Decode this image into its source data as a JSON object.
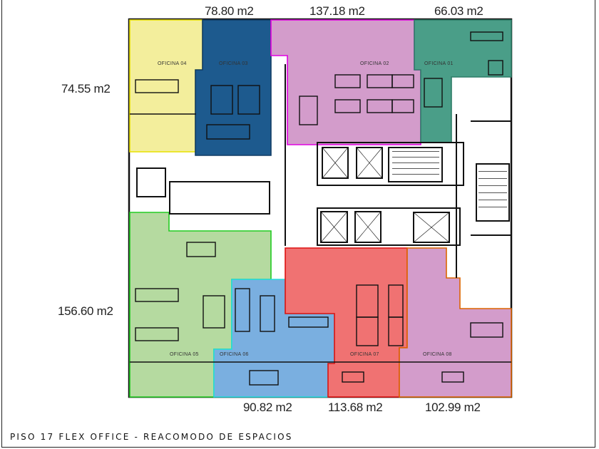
{
  "title": "PISO 17 FLEX OFFICE  - REACOMODO DE ESPACIOS",
  "offices": [
    {
      "name": "OFICINA 01",
      "area": "66.03 m2",
      "color": "#4a9e88"
    },
    {
      "name": "OFICINA 02",
      "area": "137.18 m2",
      "color": "#d39ccb"
    },
    {
      "name": "OFICINA 03",
      "area": "78.80 m2",
      "color": "#1d5a8e"
    },
    {
      "name": "OFICINA 04",
      "area": "74.55 m2",
      "color": "#f3ee9c"
    },
    {
      "name": "OFICINA 05",
      "area": "156.60 m2",
      "color": "#b5daa0"
    },
    {
      "name": "OFICINA 06",
      "area": "90.82 m2",
      "color": "#7aafe0"
    },
    {
      "name": "OFICINA 07",
      "area": "113.68 m2",
      "color": "#f07272"
    },
    {
      "name": "OFICINA 08",
      "area": "102.99 m2",
      "color": "#d39ccb"
    }
  ],
  "borders": {
    "o01": "#2e7d68",
    "o02": "#e000e0",
    "o03": "#123d66",
    "o04": "#e8e000",
    "o05": "#22cc22",
    "o06": "#22dddd",
    "o07": "#dd1111",
    "o08": "#dd6600"
  }
}
